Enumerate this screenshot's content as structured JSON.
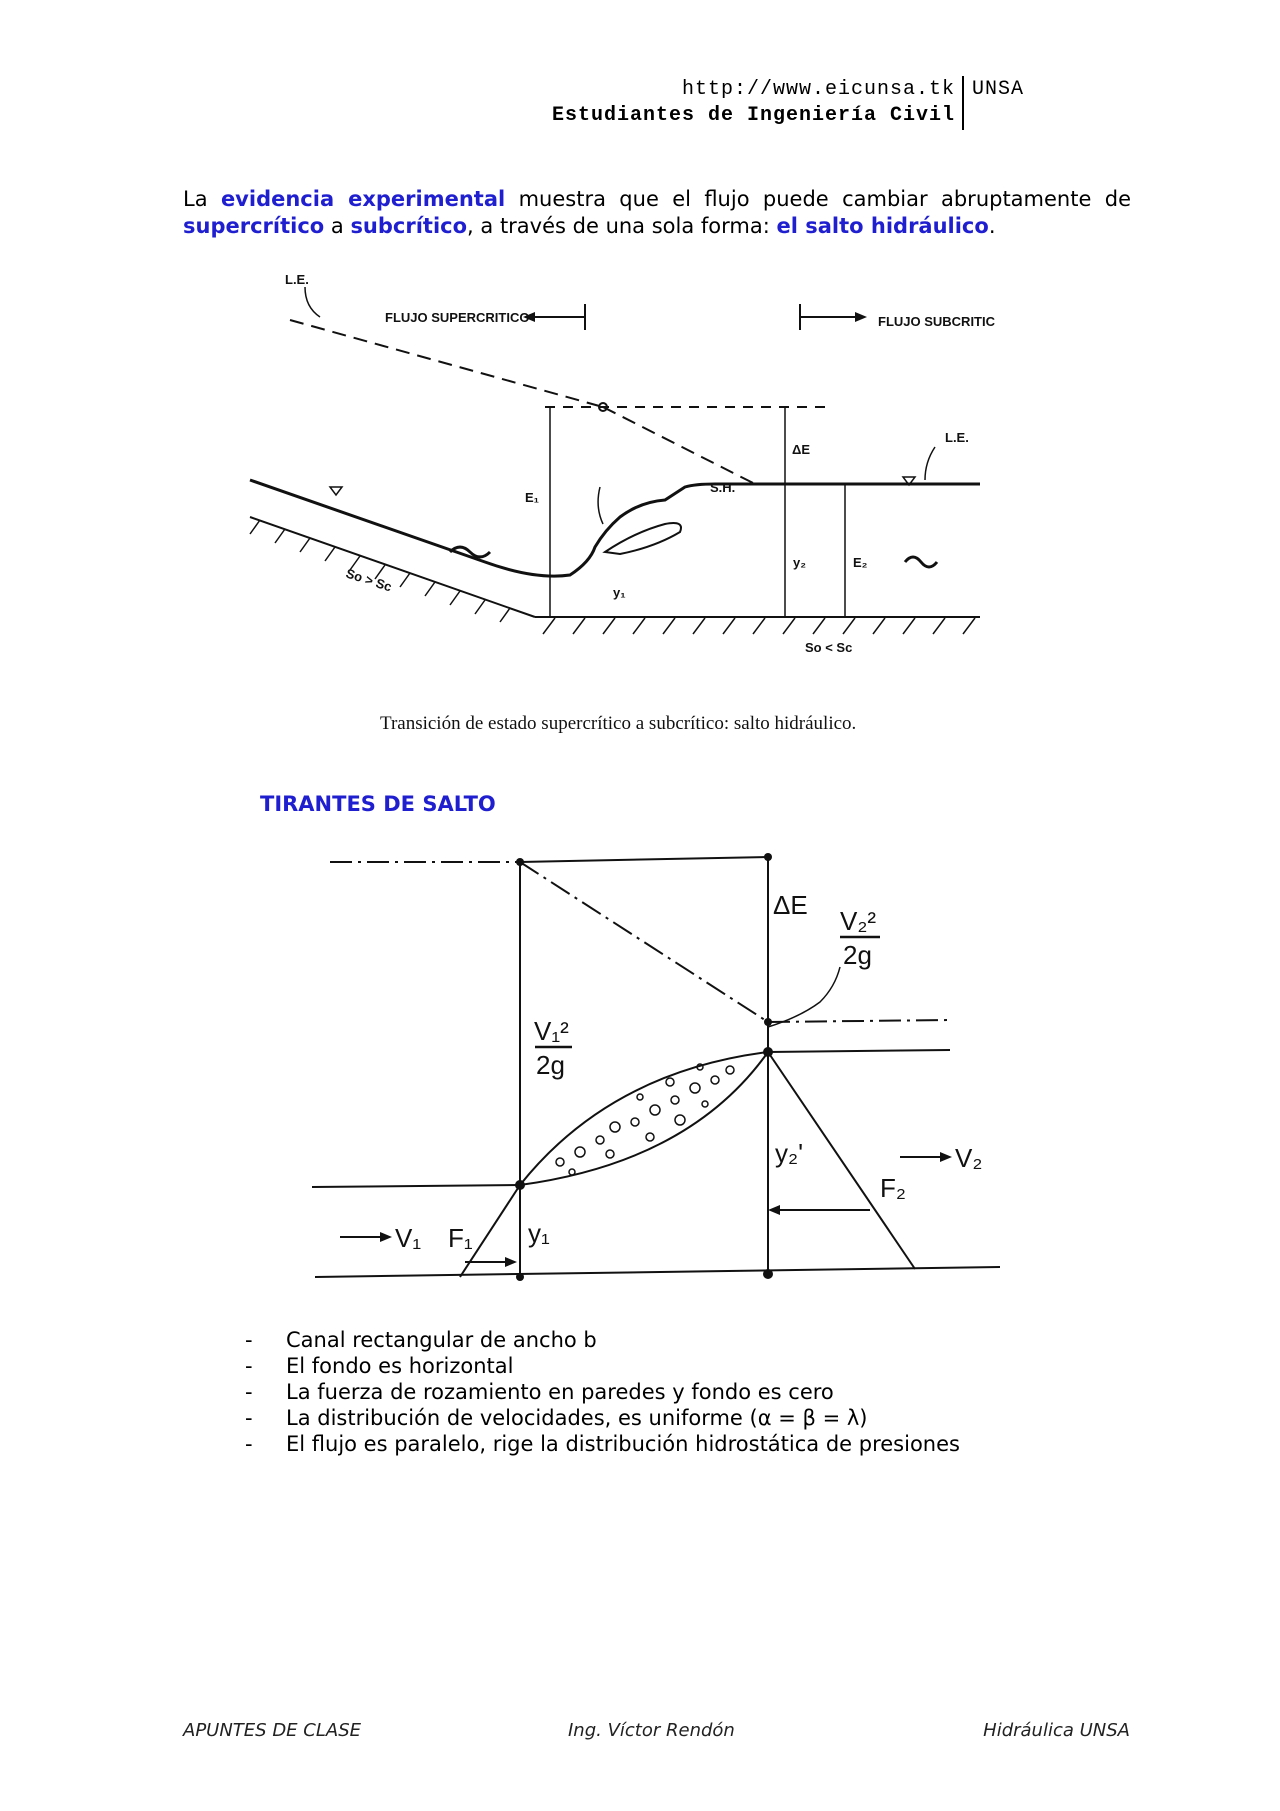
{
  "header": {
    "url": "http://www.eicunsa.tk",
    "org": "Estudiantes de Ingeniería Civil",
    "unsa": "UNSA"
  },
  "intro": {
    "p1": "La ",
    "b1": "evidencia experimental",
    "p2": " muestra que el flujo puede cambiar abruptamente de ",
    "b2": "supercrítico",
    "p3": " a ",
    "b3": "subcrítico",
    "p4": ", a través de una sola forma: ",
    "b4": "el salto hidráulico",
    "p5": "."
  },
  "figure1": {
    "le_left": "L.E.",
    "le_right": "L.E.",
    "flujo_super": "FLUJO SUPERCRITICO",
    "flujo_sub": "FLUJO SUBCRITICO",
    "delta_e": "ΔE",
    "sh": "S.H.",
    "e1": "E₁",
    "e2": "E₂",
    "y1": "y₁",
    "y2": "y₂",
    "so_gt": "So > Sc",
    "so_lt": "So < Sc",
    "caption": "Transición de estado supercrítico a subcrítico: salto hidráulico."
  },
  "section_title": "TIRANTES DE SALTO",
  "figure2": {
    "delta_e": "ΔE",
    "v2_head": "V₂²",
    "v2_den": "2g",
    "v1_head": "V₁²",
    "v1_den": "2g",
    "y2": "y₂'",
    "y1": "y₁",
    "v1": "V₁",
    "v2": "V₂",
    "f1": "F₁",
    "f2": "F₂"
  },
  "bullets": [
    "Canal rectangular de ancho b",
    "El fondo es horizontal",
    "La fuerza de rozamiento en paredes y fondo es cero",
    "La distribución de velocidades, es uniforme (α = β = λ)",
    "El flujo es paralelo, rige la distribución hidrostática de presiones"
  ],
  "bullet_dash": "-",
  "footer": {
    "left": "APUNTES DE CLASE",
    "center": "Ing. Víctor Rendón",
    "right": "Hidráulica UNSA"
  }
}
